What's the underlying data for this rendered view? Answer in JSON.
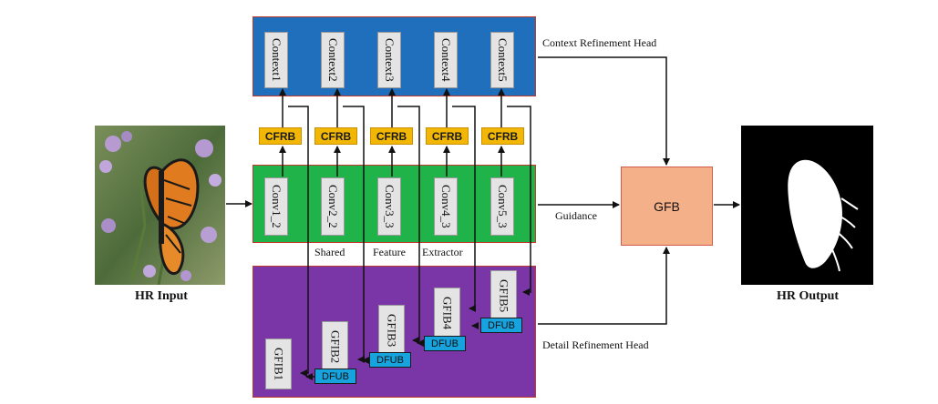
{
  "input_label": "HR Input",
  "output_label": "HR Output",
  "context_head_label": "Context Refinement Head",
  "detail_head_label": "Detail Refinement Head",
  "guidance_label": "Guidance",
  "shared_words": [
    "Shared",
    "Feature",
    "Extractor"
  ],
  "context_blocks": [
    "Context1",
    "Context2",
    "Context3",
    "Context4",
    "Context5"
  ],
  "cfrb_blocks": [
    "CFRB",
    "CFRB",
    "CFRB",
    "CFRB",
    "CFRB"
  ],
  "conv_blocks": [
    "Conv1_2",
    "Conv2_2",
    "Conv3_3",
    "Conv4_3",
    "Conv5_3"
  ],
  "gfib_blocks": [
    "GFIB1",
    "GFIB2",
    "GFIB3",
    "GFIB4",
    "GFIB5"
  ],
  "dfub_blocks": [
    "DFUB",
    "DFUB",
    "DFUB",
    "DFUB"
  ],
  "gfb_label": "GFB",
  "colors": {
    "context_panel": "#1f6fbd",
    "feature_panel": "#1fb34a",
    "detail_panel": "#7a35a6",
    "cfrb": "#f2b705",
    "dfub": "#17a3de",
    "gfb": "#f4b088",
    "block": "#e4e4e4"
  }
}
